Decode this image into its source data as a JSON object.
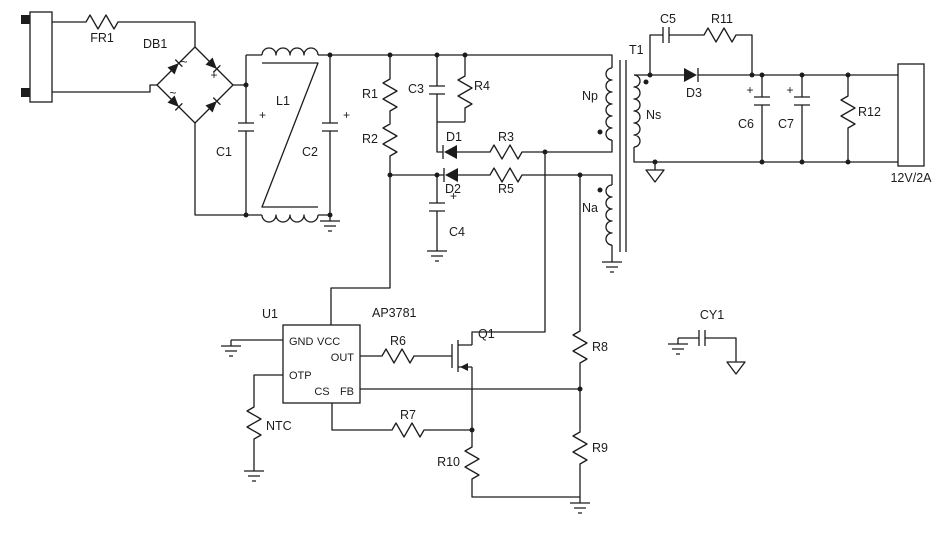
{
  "theme": {
    "ink": "#1c1c1c",
    "paper": "#ffffff"
  },
  "symbols": {
    "plus": "+",
    "ac": "~"
  },
  "components": {
    "fr1": "FR1",
    "db1": "DB1",
    "c1": "C1",
    "c2": "C2",
    "l1": "L1",
    "r1": "R1",
    "r2": "R2",
    "c3": "C3",
    "r4": "R4",
    "d1": "D1",
    "r3": "R3",
    "d2": "D2",
    "r5": "R5",
    "c4": "C4",
    "t1": "T1",
    "np": "Np",
    "ns": "Ns",
    "na": "Na",
    "c5": "C5",
    "r11": "R11",
    "d3": "D3",
    "c6": "C6",
    "c7": "C7",
    "r12": "R12",
    "cy1": "CY1",
    "u1": "U1",
    "u1_part": "AP3781",
    "ntc": "NTC",
    "r6": "R6",
    "r7": "R7",
    "r8": "R8",
    "r9": "R9",
    "r10": "R10",
    "q1": "Q1",
    "output_rating": "12V/2A"
  },
  "pins": {
    "gnd": "GND",
    "vcc": "VCC",
    "otp": "OTP",
    "out": "OUT",
    "cs": "CS",
    "fb": "FB"
  }
}
